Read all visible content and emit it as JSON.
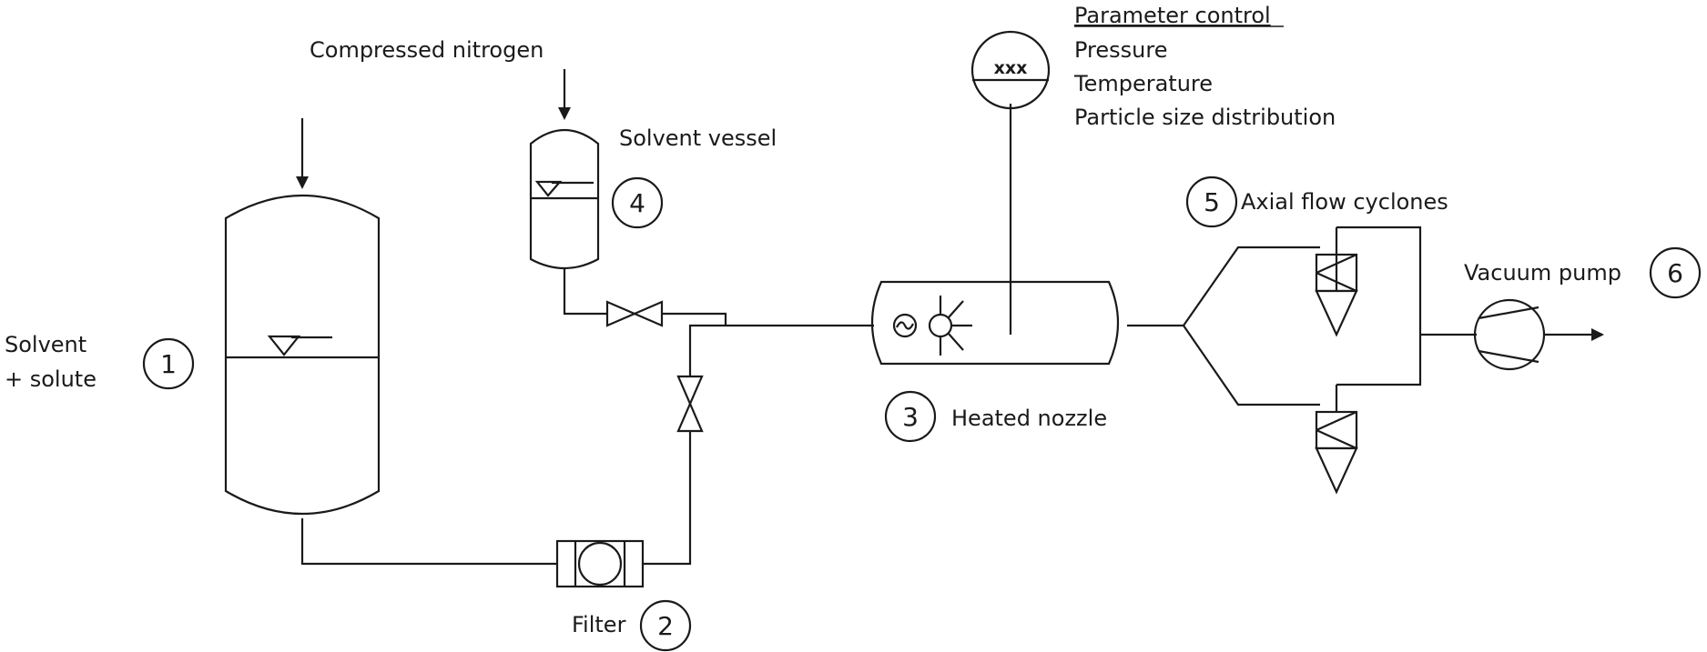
{
  "diagram": {
    "labels": {
      "compressed_nitrogen": "Compressed nitrogen",
      "solvent_vessel": "Solvent vessel",
      "solvent_line1": "Solvent",
      "solvent_line2": "+ solute",
      "filter": "Filter",
      "heated_nozzle": "Heated nozzle",
      "axial_cyclones": "Axial flow cyclones",
      "vacuum_pump": "Vacuum pump"
    },
    "parameter_control": {
      "title": "Parameter control",
      "items": [
        "Pressure",
        "Temperature",
        "Particle size distribution"
      ],
      "gauge_text": "xxx"
    },
    "numbers": {
      "n1": "1",
      "n2": "2",
      "n3": "3",
      "n4": "4",
      "n5": "5",
      "n6": "6"
    }
  }
}
